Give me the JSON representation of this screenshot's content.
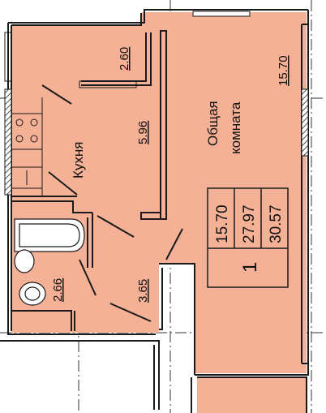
{
  "plan": {
    "rooms": {
      "kitchen": {
        "label": "Кухня",
        "area": "5.96"
      },
      "living": {
        "label_line1": "Общая",
        "label_line2": "комната",
        "area": "15.70"
      },
      "bath": {
        "area": "2.66"
      },
      "hall": {
        "area": "3.65"
      },
      "closet": {
        "area": "2.60"
      }
    },
    "summary": {
      "living_area": "15.70",
      "total_area": "27.97",
      "area_with_balcony": "30.57",
      "rooms_count": "1"
    },
    "colors": {
      "floor": "#f4b195",
      "wall": "#1a1a1a",
      "pattern": "#555555"
    }
  }
}
